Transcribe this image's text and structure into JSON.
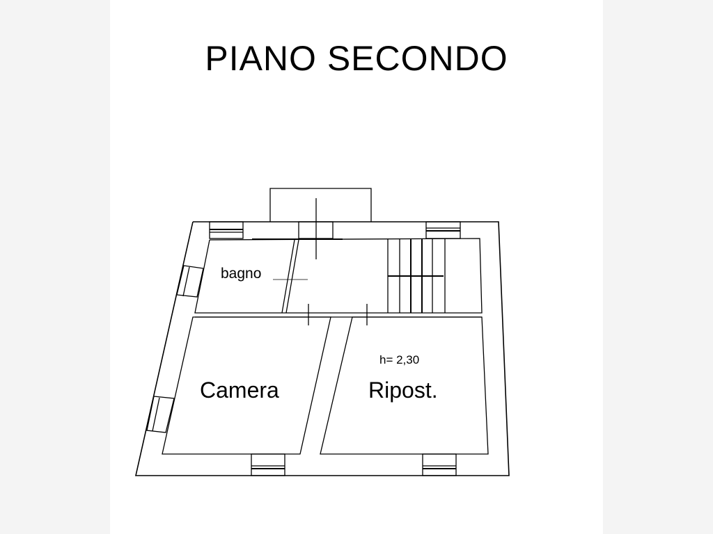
{
  "title": "PIANO SECONDO",
  "rooms": {
    "bagno": "bagno",
    "camera": "Camera",
    "ripost": "Ripost."
  },
  "height_label": "h= 2,30",
  "colors": {
    "line": "#000000",
    "sheet": "#ffffff",
    "margin": "#f4f4f4"
  }
}
